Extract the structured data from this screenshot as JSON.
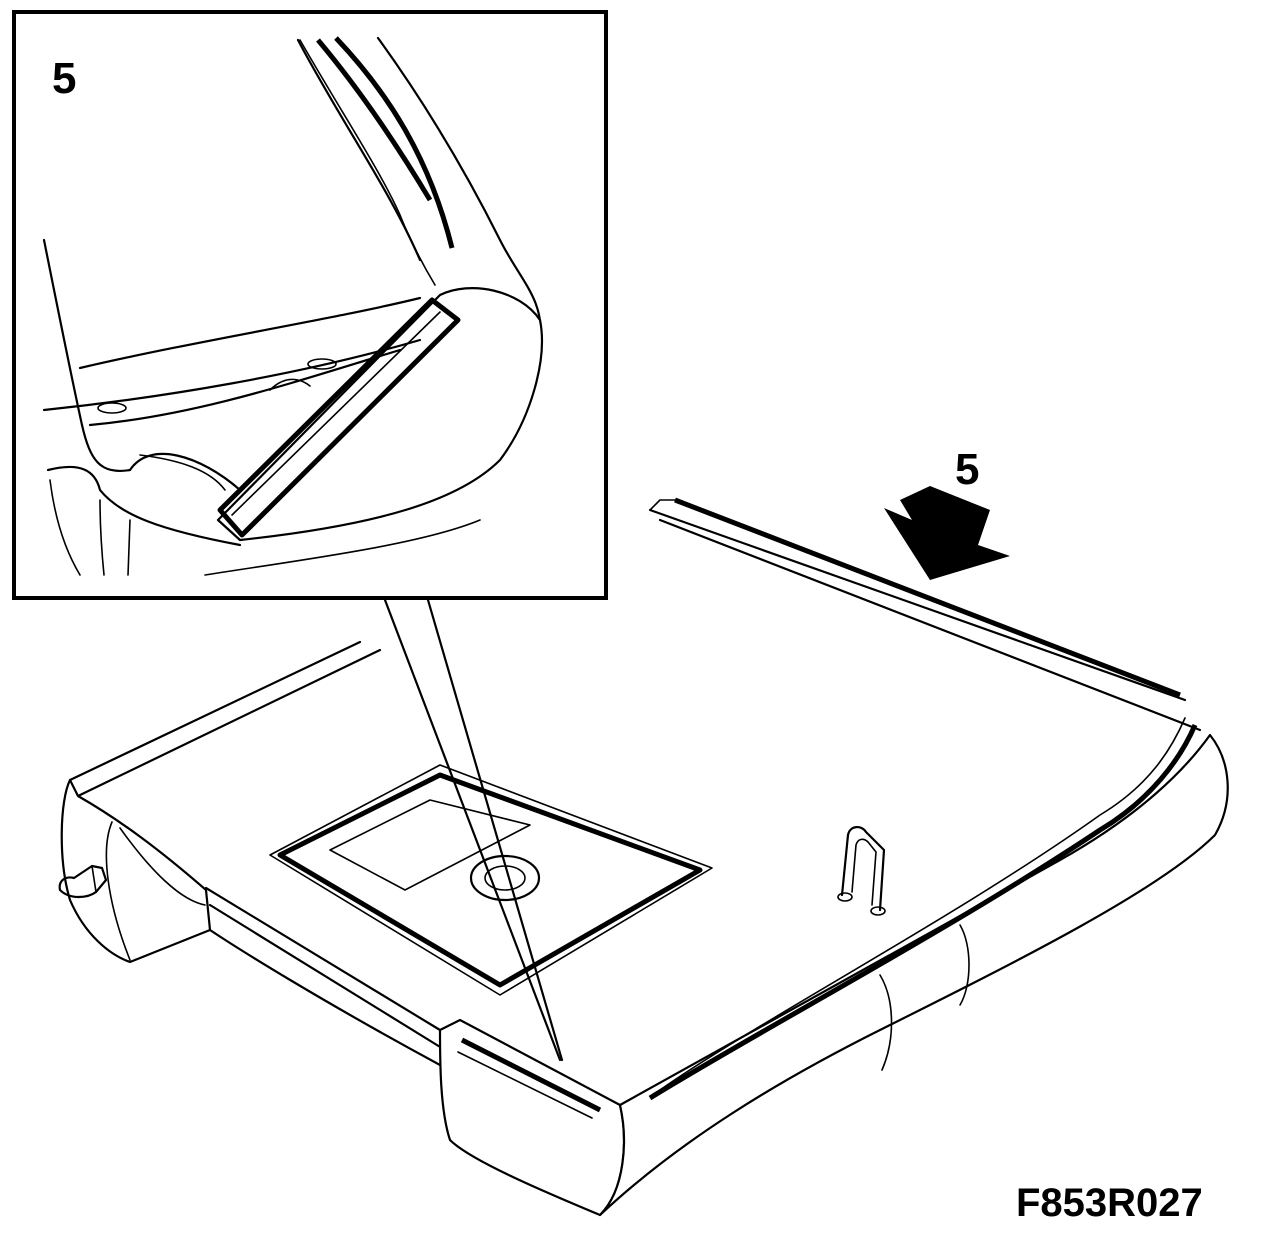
{
  "figure": {
    "inset_callout_label": "5",
    "main_callout_label": "5",
    "figure_code": "F853R027"
  },
  "colors": {
    "line": "#000000",
    "background": "#ffffff"
  }
}
